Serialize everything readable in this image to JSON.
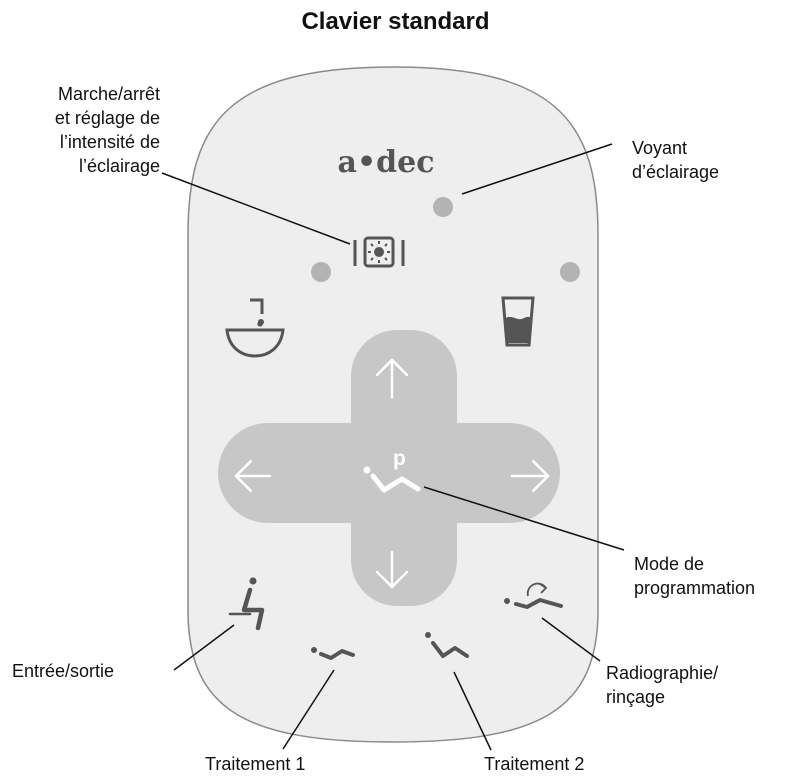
{
  "title": "Clavier standard",
  "brand": "a•dec",
  "colors": {
    "panel": "#eeeeee",
    "panel_stroke": "#8a8a8a",
    "pad": "#c7c7c7",
    "icon": "#555555",
    "indicator": "#b3b3b3"
  },
  "callouts": {
    "light_power": {
      "lines": [
        "Marche/arrêt",
        "et réglage de",
        "l’intensité de",
        "l’éclairage"
      ]
    },
    "light_indicator": {
      "lines": [
        "Voyant",
        "d’éclairage"
      ]
    },
    "program_mode": {
      "lines": [
        "Mode de",
        "programmation"
      ]
    },
    "entry_exit": {
      "lines": [
        "Entrée/sortie"
      ]
    },
    "xray_rinse": {
      "lines": [
        "Radiographie/",
        "rinçage"
      ]
    },
    "treatment_1": {
      "lines": [
        "Traitement 1"
      ]
    },
    "treatment_2": {
      "lines": [
        "Traitement 2"
      ]
    }
  },
  "keys": {
    "light": "light-key-icon",
    "cuspidor": "cuspidor-icon",
    "cup_fill": "cup-fill-icon",
    "up": "arrow-up-icon",
    "down": "arrow-down-icon",
    "left": "arrow-left-icon",
    "right": "arrow-right-icon",
    "program": "program-icon",
    "entry_exit": "entry-exit-icon",
    "treatment_1": "treatment-1-icon",
    "treatment_2": "treatment-2-icon",
    "xray_rinse": "xray-rinse-icon"
  }
}
